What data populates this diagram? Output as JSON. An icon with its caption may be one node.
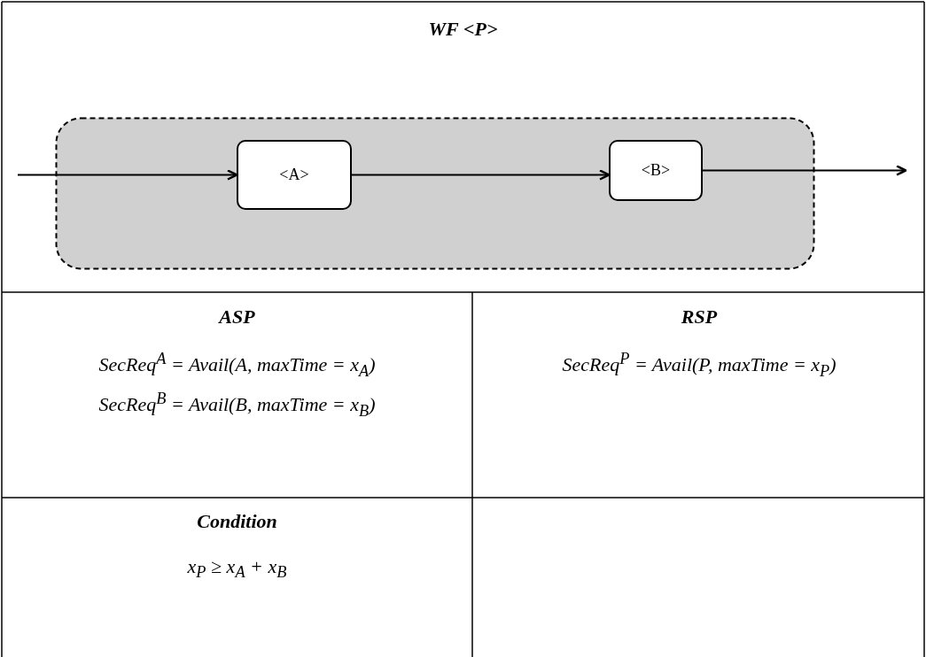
{
  "diagram": {
    "title": "WF <P>",
    "nodes": [
      {
        "text": [],
        "shape": "box"
      },
      {
        "text": [
          "<A>"
        ],
        "in": 0
      },
      {
        "text": [
          "<B>"
        ],
        "in": 0
      }
    ],
    "edges": [
      {
        "from": null,
        "to": 1,
        "arrow": "to"
      },
      {
        "from": 1,
        "to": 2,
        "arrow": "to"
      },
      {
        "from": 2,
        "to": null,
        "arrow": "to"
      }
    ],
    "labels": [
      "ASP",
      "RSP",
      "SecReq$^{A}$ = Avail(A, maxTime = x$_{A}$)",
      "SecReq$^{P}$ = Avail(P, maxTime = x$_{P}$)",
      "SecReq$^{B}$ = Avail(B, maxTime = x$_{B}$)",
      "Condition",
      "x$_{P}$ ≥ x$_{A}$ + x$_{B}$"
    ]
  }
}
